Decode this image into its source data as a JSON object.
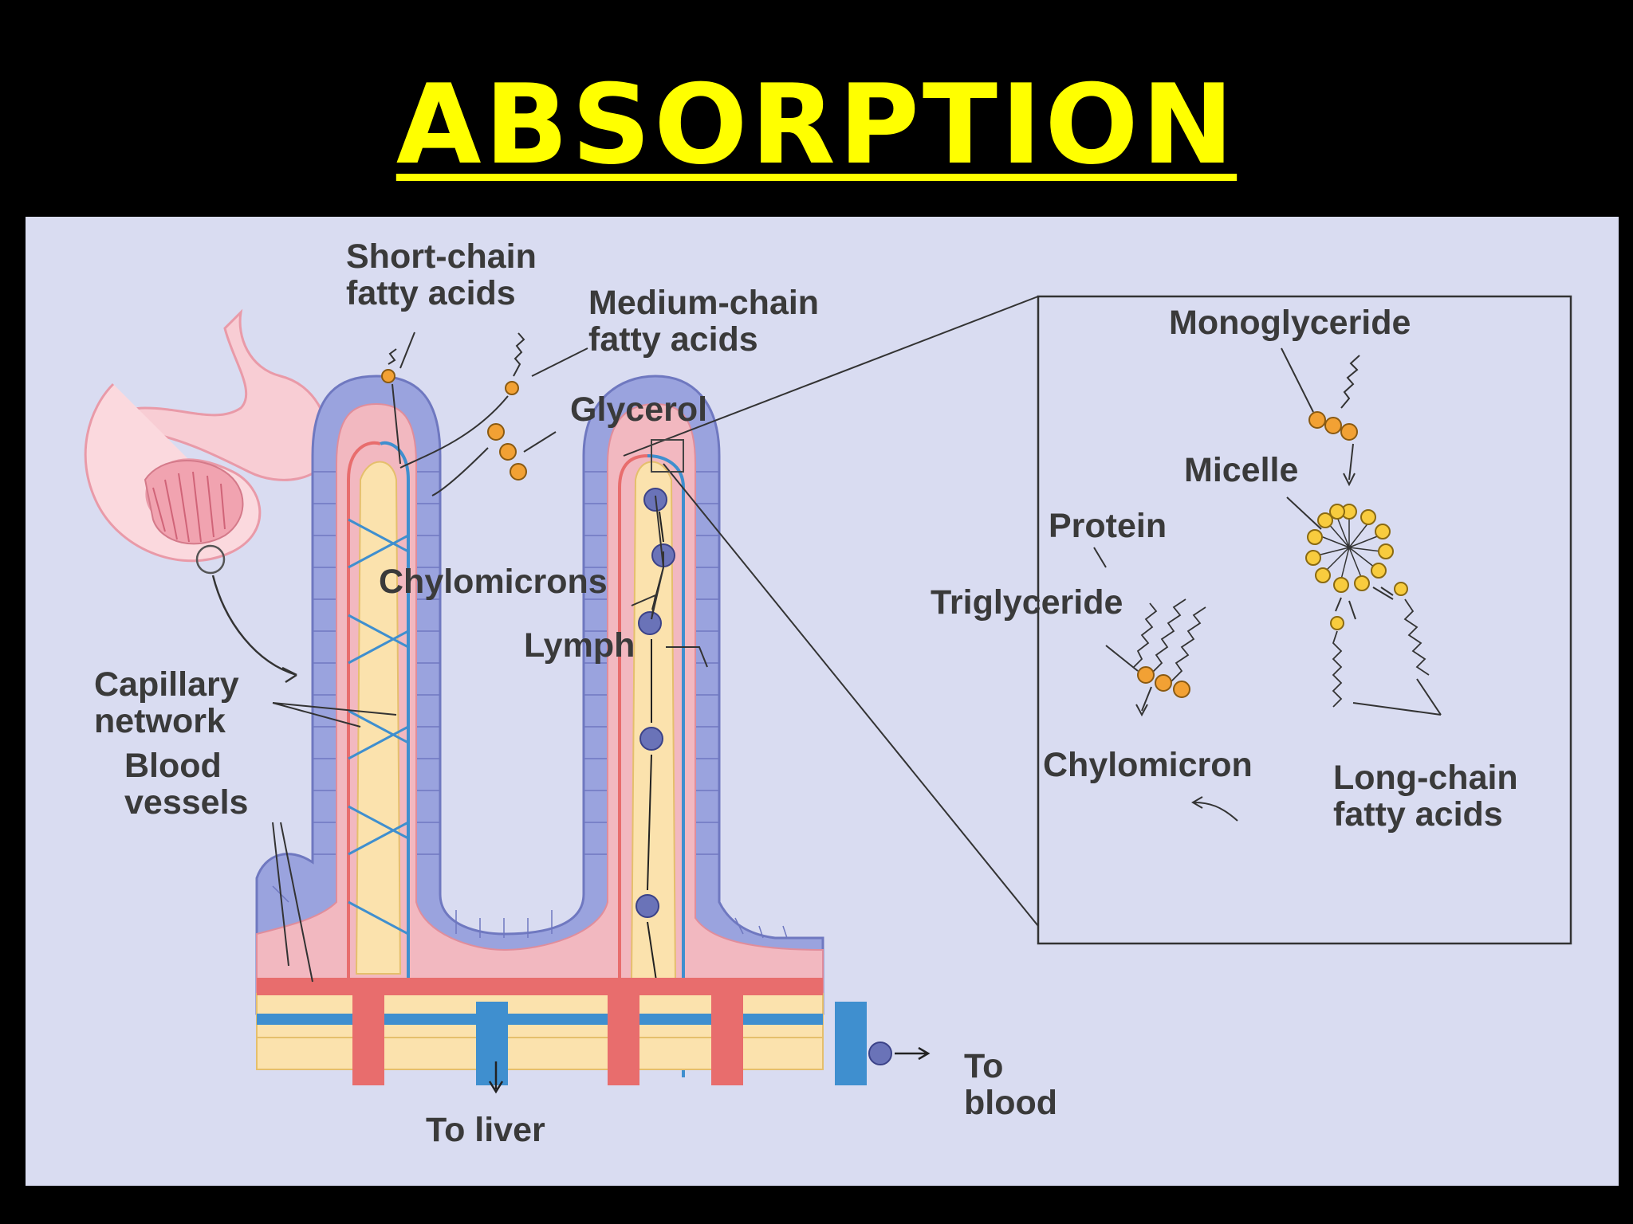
{
  "title": "ABSORPTION",
  "labels": {
    "short_chain": [
      "Short-chain",
      "fatty acids"
    ],
    "medium_chain": [
      "Medium-chain",
      "fatty acids"
    ],
    "glycerol": "Glycerol",
    "chylomicrons": "Chylomicrons",
    "lymph": "Lymph",
    "capillary_network": [
      "Capillary",
      "network"
    ],
    "blood_vessels": [
      "Blood",
      "vessels"
    ],
    "to_liver": "To liver",
    "to_blood": [
      "To",
      "blood"
    ]
  },
  "inset": {
    "monoglyceride": "Monoglyceride",
    "micelle": "Micelle",
    "protein": "Protein",
    "triglyceride": "Triglyceride",
    "chylomicron": "Chylomicron",
    "long_chain": [
      "Long-chain",
      "fatty acids"
    ]
  },
  "colors": {
    "title": "#ffff00",
    "panel": "#d9dcf1",
    "epithelium": "#9aa3de",
    "lamina": "#f2b8c0",
    "artery": "#e86d6d",
    "vein": "#3f8fcf",
    "lacteal": "#fbe2ad",
    "fat_molecule": "#f2a134",
    "chylomicron_ball": "#6a73b8"
  }
}
